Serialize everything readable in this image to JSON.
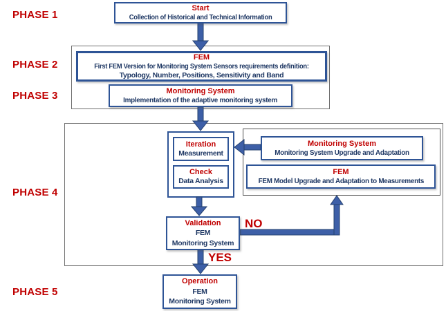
{
  "title": "FEM and Monitoring System phased workflow diagram",
  "colors": {
    "title_red": "#c00000",
    "body_navy": "#1f3864",
    "box_border_blue": "#2e5496",
    "arrow_blue": "#3d5fa7",
    "container_gray": "#6e6e6e"
  },
  "phases": [
    {
      "label": "PHASE 1"
    },
    {
      "label": "PHASE 2"
    },
    {
      "label": "PHASE 3"
    },
    {
      "label": "PHASE 4"
    },
    {
      "label": "PHASE 5"
    }
  ],
  "boxes": {
    "start": {
      "title": "Start",
      "lines": [
        "Collection of Historical and Technical Information"
      ]
    },
    "fem": {
      "title": "FEM",
      "lines": [
        "First FEM Version for Monitoring System Sensors requirements definition:",
        "Typology, Number, Positions, Sensitivity and Band"
      ]
    },
    "monitoring": {
      "title": "Monitoring System",
      "lines": [
        "Implementation of the adaptive monitoring system"
      ]
    },
    "iteration": {
      "title": "Iteration",
      "lines": [
        "Measurement"
      ]
    },
    "check": {
      "title": "Check",
      "lines": [
        "Data Analysis"
      ]
    },
    "ms_upgrade": {
      "title": "Monitoring System",
      "lines": [
        "Monitoring System Upgrade and Adaptation"
      ]
    },
    "fem_upgrade": {
      "title": "FEM",
      "lines": [
        "FEM Model Upgrade and Adaptation to Measurements"
      ]
    },
    "validation": {
      "title": "Validation",
      "lines": [
        "FEM",
        "Monitoring System"
      ]
    },
    "operation": {
      "title": "Operation",
      "lines": [
        "FEM",
        "Monitoring System"
      ]
    }
  },
  "labels": {
    "no": "NO",
    "yes": "YES"
  }
}
